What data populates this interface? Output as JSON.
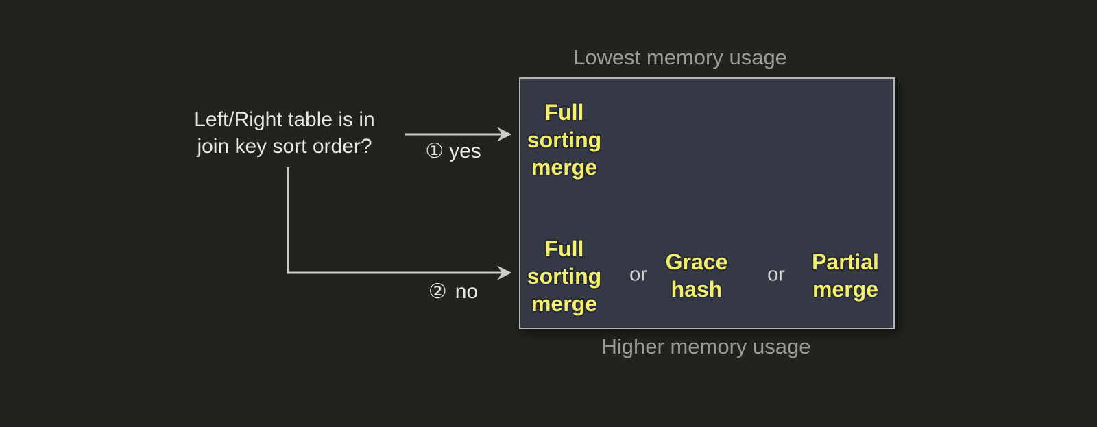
{
  "question": {
    "text": "Left/Right table is in\njoin key sort order?"
  },
  "branches": {
    "yes": {
      "marker": "①",
      "label": "yes"
    },
    "no": {
      "marker": "②",
      "label": "no"
    }
  },
  "memory_labels": {
    "top": "Lowest memory usage",
    "bottom": "Higher memory usage"
  },
  "algorithms_box": {
    "or_label": "or",
    "sorted_row": {
      "full_sorting_merge": "Full\nsorting\nmerge"
    },
    "unsorted_row": {
      "full_sorting_merge": "Full\nsorting\nmerge",
      "grace_hash": "Grace\nhash",
      "partial_merge": "Partial\nmerge"
    }
  },
  "colors": {
    "background": "#21231e",
    "box_fill": "#353945",
    "box_border": "#b4b6b8",
    "algorithm_yellow": "#f3ef6b",
    "algorithm_outline": "#272b37",
    "memory_label_gray": "#9b9b99",
    "text_white": "#e7e8e6",
    "arrow_gray": "#cbcbc9"
  }
}
